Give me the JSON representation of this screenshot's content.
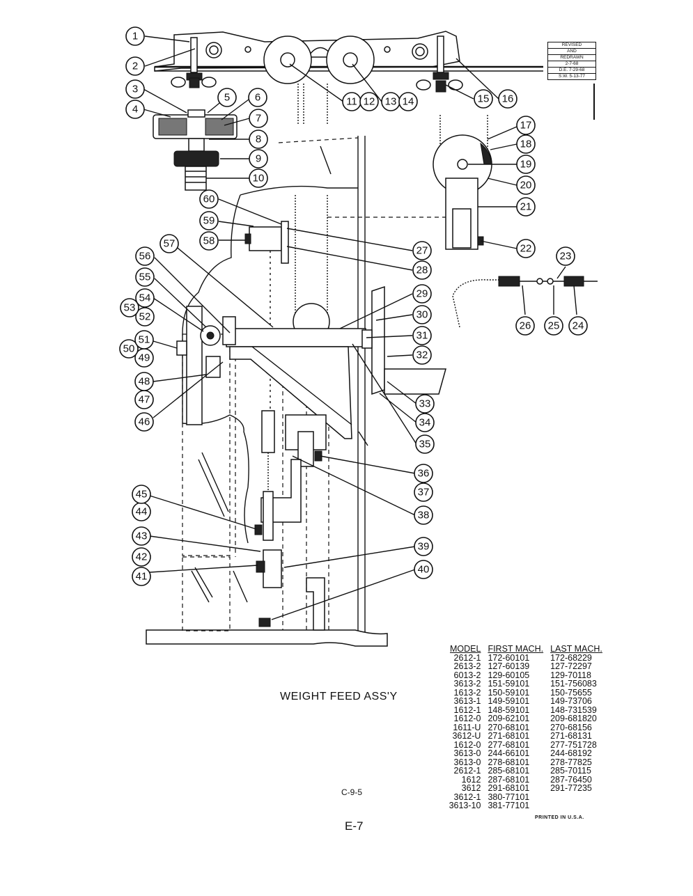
{
  "revision": {
    "lines": [
      "REVISED",
      "AND",
      "REDRAWN",
      "2-7-68",
      "D.E. 7-29-68",
      "S.W. 5-13-77"
    ]
  },
  "callouts": [
    "1",
    "2",
    "3",
    "4",
    "5",
    "6",
    "7",
    "8",
    "9",
    "10",
    "11",
    "12",
    "13",
    "14",
    "15",
    "16",
    "17",
    "18",
    "19",
    "20",
    "21",
    "22",
    "23",
    "24",
    "25",
    "26",
    "27",
    "28",
    "29",
    "30",
    "31",
    "32",
    "33",
    "34",
    "35",
    "36",
    "37",
    "38",
    "39",
    "40",
    "41",
    "42",
    "43",
    "44",
    "45",
    "46",
    "47",
    "48",
    "49",
    "50",
    "51",
    "52",
    "53",
    "54",
    "55",
    "56",
    "57",
    "58",
    "59",
    "60"
  ],
  "title": "WEIGHT FEED ASS'Y",
  "drawing_code": "C-9-5",
  "page_number": "E-7",
  "printed_note": "PRINTED IN U.S.A.",
  "model_table": {
    "headers": [
      "MODEL",
      "FIRST MACH.",
      "LAST MACH."
    ],
    "rows": [
      [
        "2612-1",
        "172-60101",
        "172-68229"
      ],
      [
        "2613-2",
        "127-60139",
        "127-72297"
      ],
      [
        "6013-2",
        "129-60105",
        "129-70118"
      ],
      [
        "3613-2",
        "151-59101",
        "151-756083"
      ],
      [
        "1613-2",
        "150-59101",
        "150-75655"
      ],
      [
        "3613-1",
        "149-59101",
        "149-73706"
      ],
      [
        "1612-1",
        "148-59101",
        "148-731539"
      ],
      [
        "1612-0",
        "209-62101",
        "209-681820"
      ],
      [
        "1611-U",
        "270-68101",
        "270-68156"
      ],
      [
        "3612-U",
        "271-68101",
        "271-68131"
      ],
      [
        "1612-0",
        "277-68101",
        "277-751728"
      ],
      [
        "3613-0",
        "244-66101",
        "244-68192"
      ],
      [
        "3613-0",
        "278-68101",
        "278-77825"
      ],
      [
        "2612-1",
        "285-68101",
        "285-70115"
      ],
      [
        "1612",
        "287-68101",
        "287-76450"
      ],
      [
        "3612",
        "291-68101",
        "291-77235"
      ],
      [
        "3612-1",
        "380-77101",
        ""
      ],
      [
        "3613-10",
        "381-77101",
        ""
      ]
    ]
  }
}
